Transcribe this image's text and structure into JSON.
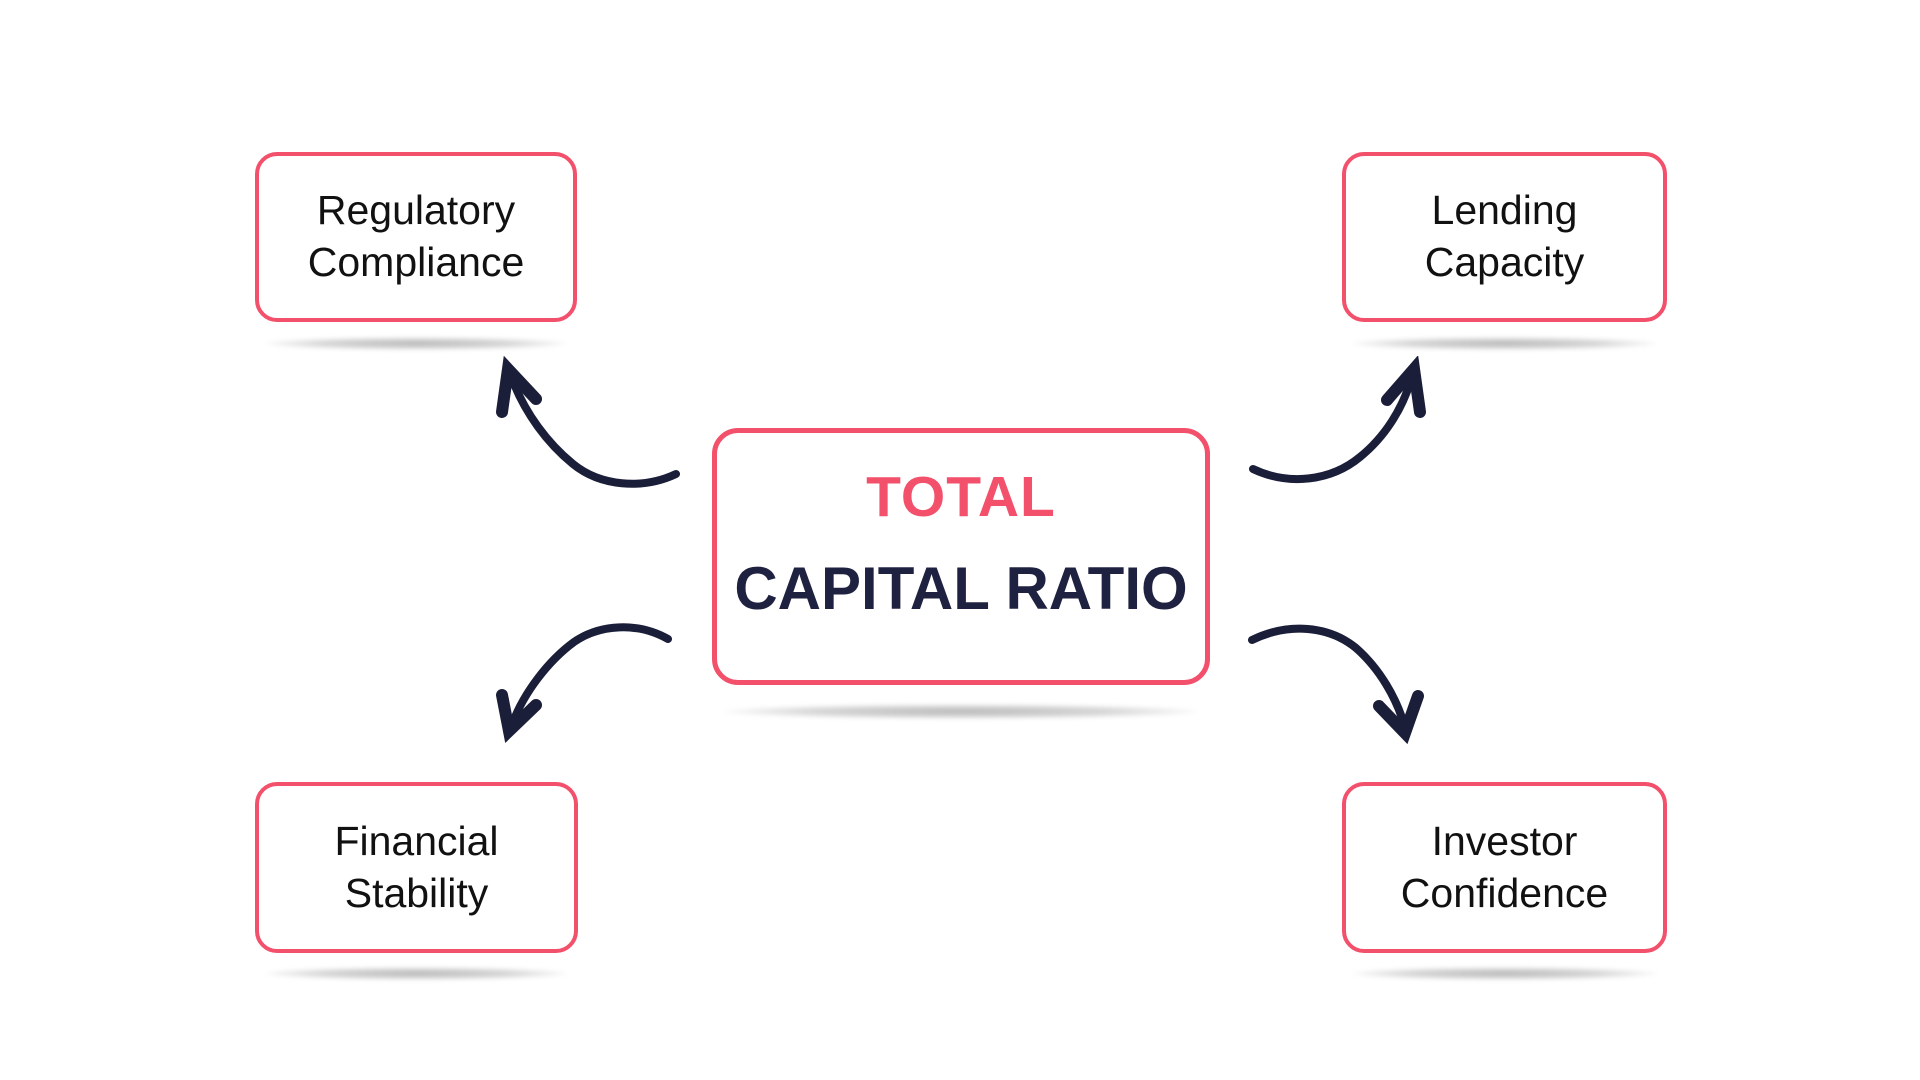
{
  "title": "Total Capital Ratio diagram",
  "colors": {
    "background": "#FFFFFF",
    "accent_pink": "#F2506B",
    "navy": "#1E2240",
    "arrow_navy": "#1B1E38",
    "node_text": "#111111",
    "shadow": "rgba(0,0,0,0.28)"
  },
  "center": {
    "line1": "TOTAL",
    "line2": "CAPITAL RATIO"
  },
  "nodes": [
    {
      "id": "regulatory-compliance",
      "label": "Regulatory\nCompliance",
      "position": "top-left"
    },
    {
      "id": "lending-capacity",
      "label": "Lending\nCapacity",
      "position": "top-right"
    },
    {
      "id": "financial-stability",
      "label": "Financial\nStability",
      "position": "bottom-left"
    },
    {
      "id": "investor-confidence",
      "label": "Investor\nConfidence",
      "position": "bottom-right"
    }
  ],
  "arrows": [
    {
      "id": "arrow-to-regulatory-compliance",
      "from": "center",
      "to": "regulatory-compliance"
    },
    {
      "id": "arrow-to-lending-capacity",
      "from": "center",
      "to": "lending-capacity"
    },
    {
      "id": "arrow-to-financial-stability",
      "from": "center",
      "to": "financial-stability"
    },
    {
      "id": "arrow-to-investor-confidence",
      "from": "center",
      "to": "investor-confidence"
    }
  ]
}
